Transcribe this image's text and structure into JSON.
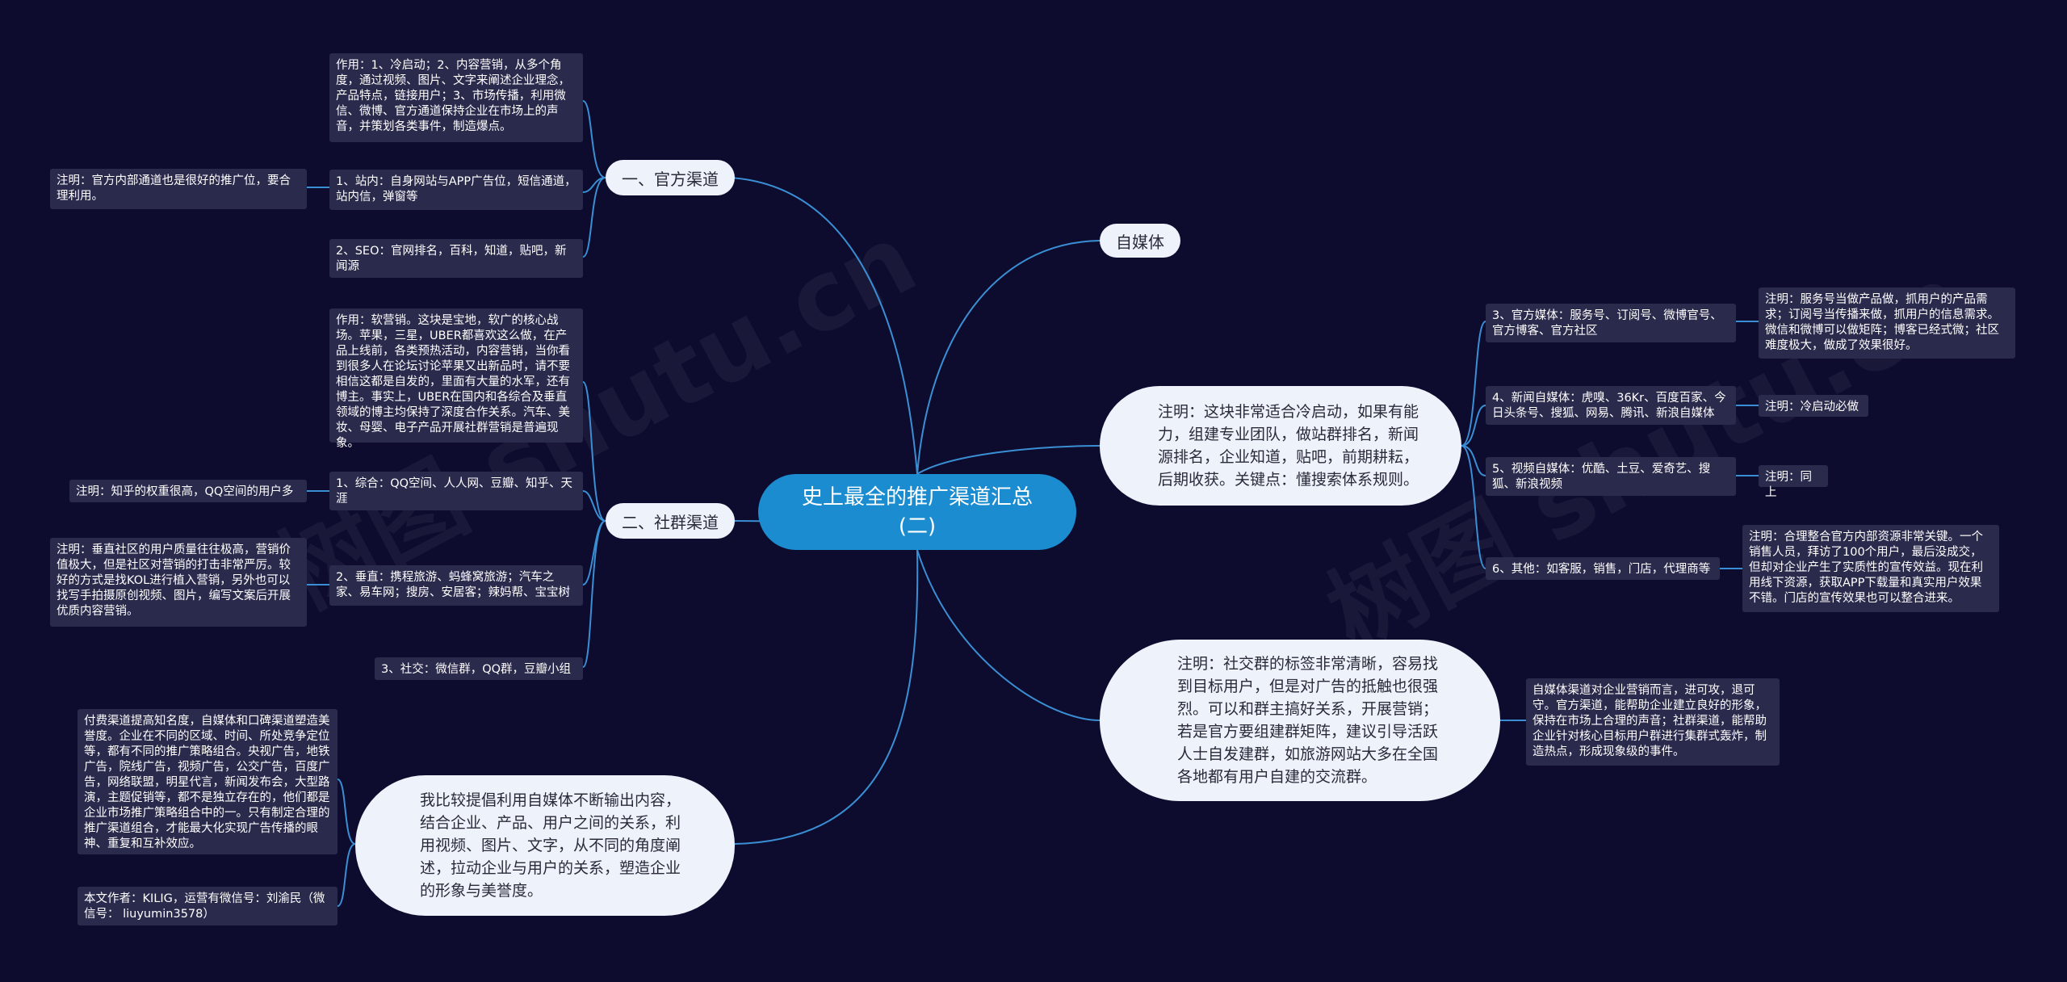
{
  "root": {
    "title": "史上最全的推广渠道汇总(二)"
  },
  "branches": {
    "official": "一、官方渠道",
    "social": "二、社群渠道",
    "selfmedia": "自媒体"
  },
  "official": {
    "effect": "作用：1、冷启动；2、内容营销，从多个角度，通过视频、图片、文字来阐述企业理念，产品特点，链接用户；3、市场传播，利用微信、微博、官方通道保持企业在市场上的声音，并策划各类事件，制造爆点。",
    "site": "1、站内：自身网站与APP广告位，短信通道，站内信，弹窗等",
    "site_note": "注明：官方内部通道也是很好的推广位，要合理利用。",
    "seo": "2、SEO：官网排名，百科，知道，贴吧，新闻源"
  },
  "social": {
    "effect": "作用：软营销。这块是宝地，软广的核心战场。苹果，三星，UBER都喜欢这么做，在产品上线前，各类预热活动，内容营销，当你看到很多人在论坛讨论苹果又出新品时，请不要相信这都是自发的，里面有大量的水军，还有博主。事实上，UBER在国内和各综合及垂直领域的博主均保持了深度合作关系。汽车、美妆、母婴、电子产品开展社群营销是普遍现象。",
    "general": "1、综合：QQ空间、人人网、豆瓣、知乎、天涯",
    "general_note": "注明：知乎的权重很高，QQ空间的用户多",
    "vertical": "2、垂直：携程旅游、蚂蜂窝旅游；汽车之家、易车网；搜房、安居客；辣妈帮、宝宝树",
    "vertical_note": "注明：垂直社区的用户质量往往极高，营销价值极大，但是社区对营销的打击非常严厉。较好的方式是找KOL进行植入营销，另外也可以找写手拍摄原创视频、图片，编写文案后开展优质内容营销。",
    "socialapps": "3、社交：微信群，QQ群，豆瓣小组"
  },
  "selfmedia": {
    "bubble1": "注明：这块非常适合冷启动，如果有能力，组建专业团队，做站群排名，新闻源排名，企业知道，贴吧，前期耕耘，后期收获。关键点：懂搜索体系规则。",
    "official_media": "3、官方媒体：服务号、订阅号、微博官号、官方博客、官方社区",
    "official_media_note": "注明：服务号当做产品做，抓用户的产品需求；订阅号当传播来做，抓用户的信息需求。微信和微博可以做矩阵；博客已经式微；社区难度极大，做成了效果很好。",
    "news_media": "4、新闻自媒体：虎嗅、36Kr、百度百家、今日头条号、搜狐、网易、腾讯、新浪自媒体",
    "news_media_note": "注明：冷启动必做",
    "video_media": "5、视频自媒体：优酷、土豆、爱奇艺、搜狐、新浪视频",
    "video_media_note": "注明：同上",
    "others": "6、其他：如客服，销售，门店，代理商等",
    "others_note": "注明：合理整合官方内部资源非常关键。一个销售人员，拜访了100个用户，最后没成交，但却对企业产生了实质性的宣传效益。现在利用线下资源，获取APP下载量和真实用户效果不错。门店的宣传效果也可以整合进来。",
    "bubble2": "注明：社交群的标签非常清晰，容易找到目标用户，但是对广告的抵触也很强烈。可以和群主搞好关系，开展营销；若是官方要组建群矩阵，建议引导活跃人士自发建群，如旅游网站大多在全国各地都有用户自建的交流群。",
    "bubble2_note": "自媒体渠道对企业营销而言，进可攻，退可守。官方渠道，能帮助企业建立良好的形象，保持在市场上合理的声音；社群渠道，能帮助企业针对核心目标用户群进行集群式轰炸，制造热点，形成现象级的事件。"
  },
  "bottom": {
    "bubble": "我比较提倡利用自媒体不断输出内容，结合企业、产品、用户之间的关系，利用视频、图片、文字，从不同的角度阐述，拉动企业与用户的关系，塑造企业的形象与美誉度。",
    "paid": "付费渠道提高知名度，自媒体和口碑渠道塑造美誉度。企业在不同的区域、时间、所处竞争定位等，都有不同的推广策略组合。央视广告，地铁广告，院线广告，视频广告，公交广告，百度广告，网络联盟，明星代言，新闻发布会，大型路演，主题促销等，都不是独立存在的，他们都是企业市场推广策略组合中的一。只有制定合理的推广渠道组合，才能最大化实现广告传播的眼神、重复和互补效应。",
    "author": "本文作者：KILIG，运营有微信号：刘渝民（微信号：  liuyumin3578）"
  },
  "colors": {
    "background": "#0e0c2e",
    "root": "#1b8ccf",
    "link": "#3a8fd4",
    "node": "#eef2fb",
    "note": "#2a2a4c"
  }
}
